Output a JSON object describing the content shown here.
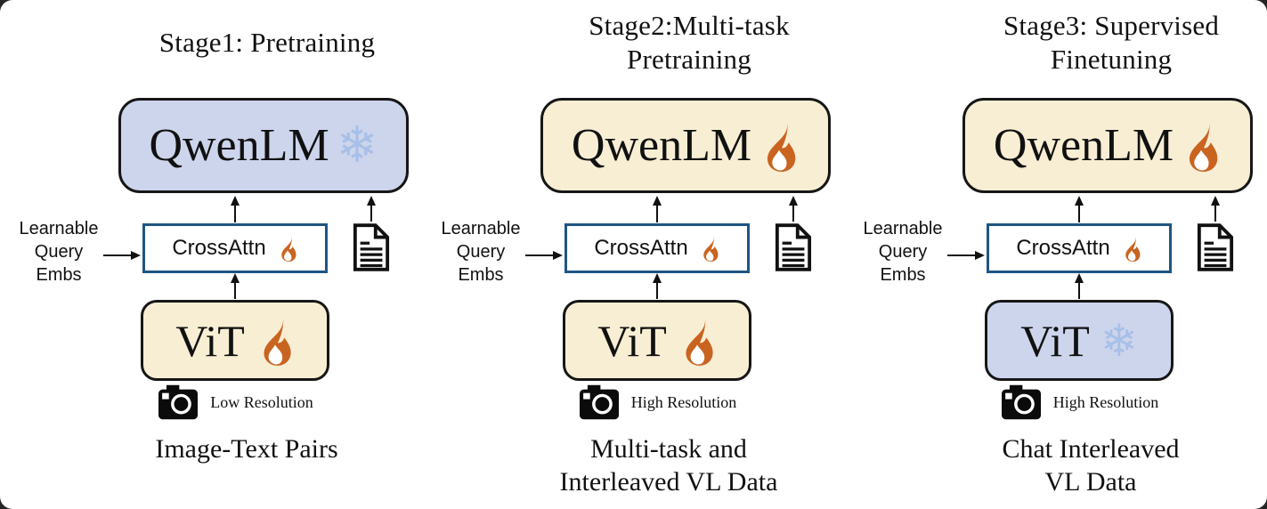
{
  "colors": {
    "frozen_fill": "#cdd5ed",
    "trained_fill": "#f8eed4",
    "crossattn_border": "#1f5582",
    "flame_orange": "#c96420",
    "snowflake_blue": "#a8c0e8",
    "box_border": "#161616",
    "arrow_color": "#111111",
    "page_bg": "#ffffff"
  },
  "icons": {
    "snowflake_glyph": "❄",
    "flame": "orange-flame-svg",
    "camera": "black-camera-svg",
    "document": "text-document-svg"
  },
  "shared": {
    "qwenlm_label": "QwenLM",
    "vit_label": "ViT",
    "crossattn_label": "CrossAttn",
    "learnable_line1": "Learnable",
    "learnable_line2": "Query",
    "learnable_line3": "Embs"
  },
  "stages": [
    {
      "title_line1": "Stage1: Pretraining",
      "title_line2": "",
      "qwenlm_state": "frozen",
      "crossattn_state": "trained",
      "vit_state": "trained",
      "resolution_label": "Low Resolution",
      "caption_line1": "Image-Text Pairs",
      "caption_line2": ""
    },
    {
      "title_line1": "Stage2:Multi-task",
      "title_line2": "Pretraining",
      "qwenlm_state": "trained",
      "crossattn_state": "trained",
      "vit_state": "trained",
      "resolution_label": "High Resolution",
      "caption_line1": "Multi-task and",
      "caption_line2": "Interleaved VL Data"
    },
    {
      "title_line1": "Stage3: Supervised",
      "title_line2": "Finetuning",
      "qwenlm_state": "trained",
      "crossattn_state": "trained",
      "vit_state": "frozen",
      "resolution_label": "High Resolution",
      "caption_line1": "Chat Interleaved",
      "caption_line2": "VL Data"
    }
  ]
}
